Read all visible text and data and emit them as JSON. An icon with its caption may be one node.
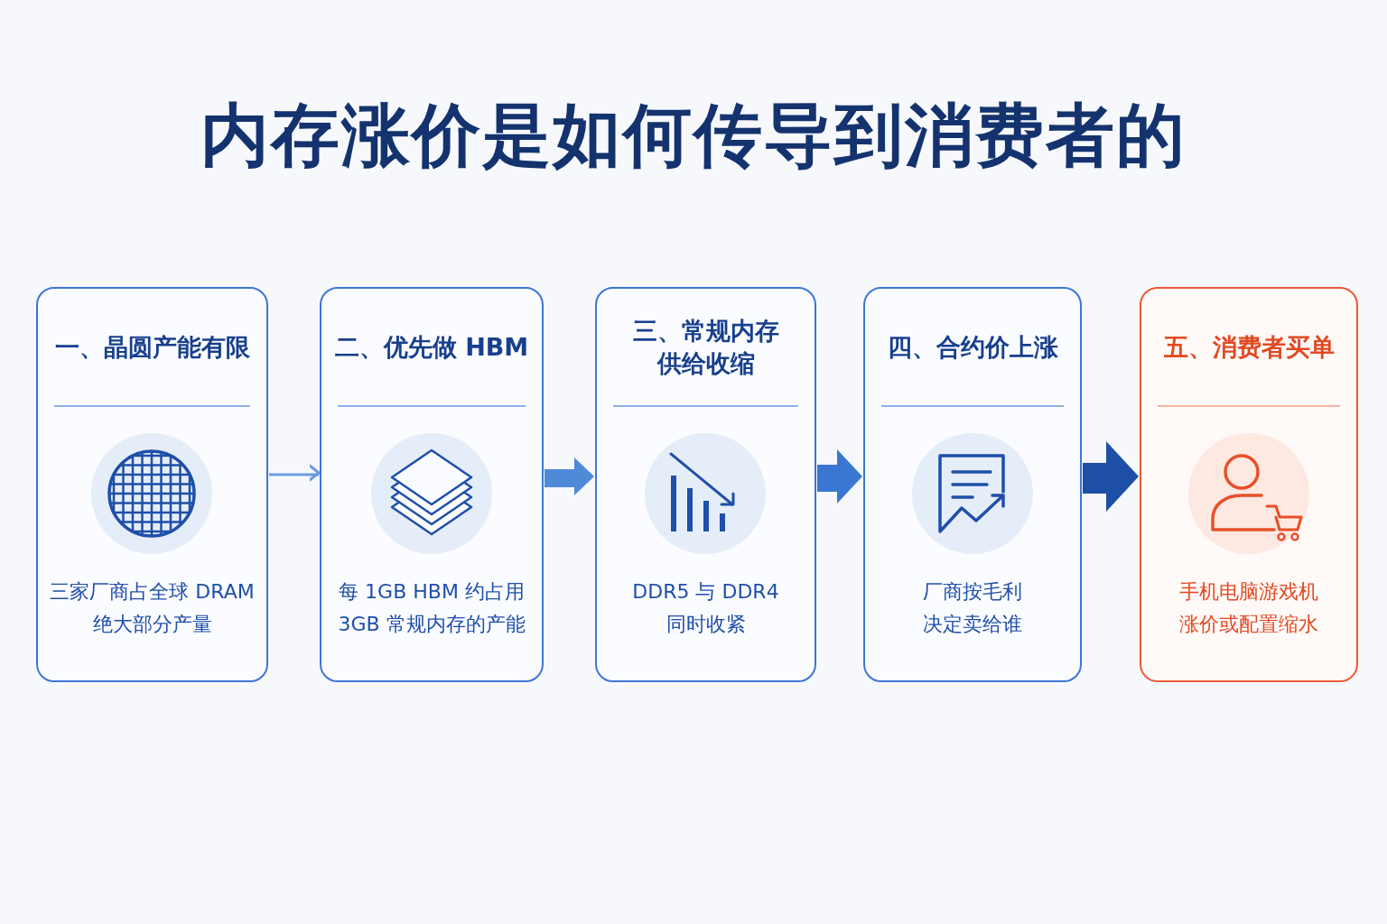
{
  "diagram": {
    "title": "内存涨价是如何传导到消费者的",
    "nodes": [
      {
        "text": [
          "一、晶圆产能有限",
          "三家厂商占全球 DRAM 绝大部分产量"
        ]
      },
      {
        "text": [
          "二、优先做 HBM",
          "每 1GB HBM 约占用 3GB 常规内存的产能"
        ]
      },
      {
        "text": [
          "三、常规内存供给收缩",
          "DDR5 与 DDR4同时收紧"
        ]
      },
      {
        "text": [
          "四、合约价上涨",
          "厂商按毛利决定卖给谁"
        ]
      },
      {
        "text": [
          "五、消费者买单",
          "手机电脑游戏机涨价或配置缩水"
        ]
      }
    ],
    "edges": [
      {
        "from": 0,
        "to": 1,
        "arrow": "to",
        "color": "#6b9be0"
      },
      {
        "from": 1,
        "to": 2,
        "arrow": "to",
        "color": "#4f8ad9"
      },
      {
        "from": 2,
        "to": 3,
        "arrow": "to",
        "color": "#3a77d2"
      },
      {
        "from": 3,
        "to": 4,
        "arrow": "to",
        "color": "#1d4fa6"
      }
    ]
  }
}
